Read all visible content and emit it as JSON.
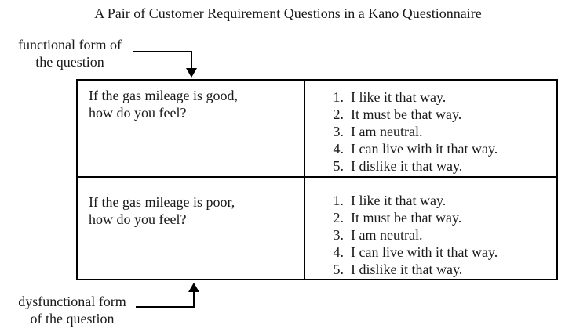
{
  "title": "A Pair of Customer Requirement Questions in a Kano Questionnaire",
  "labels": {
    "functional": {
      "line1": "functional form of",
      "line2": "the question"
    },
    "dysfunctional": {
      "line1": "dysfunctional form",
      "line2": "of the question"
    }
  },
  "table": {
    "rows": [
      {
        "question": [
          "If the gas mileage is good,",
          "how do you feel?"
        ],
        "options": [
          {
            "num": "1.",
            "text": "I like it that way."
          },
          {
            "num": "2.",
            "text": "It must be that way."
          },
          {
            "num": "3.",
            "text": "I am neutral."
          },
          {
            "num": "4.",
            "text": "I can live with it that way."
          },
          {
            "num": "5.",
            "text": "I dislike it that way."
          }
        ]
      },
      {
        "question": [
          "If the gas mileage is poor,",
          "how do you feel?"
        ],
        "options": [
          {
            "num": "1.",
            "text": "I like it that way."
          },
          {
            "num": "2.",
            "text": "It must be that way."
          },
          {
            "num": "3.",
            "text": "I am neutral."
          },
          {
            "num": "4.",
            "text": "I can live with it that way."
          },
          {
            "num": "5.",
            "text": "I dislike it that way."
          }
        ]
      }
    ]
  },
  "colors": {
    "background": "#ffffff",
    "text": "#1a1a1a",
    "border": "#000000",
    "arrow": "#000000"
  }
}
